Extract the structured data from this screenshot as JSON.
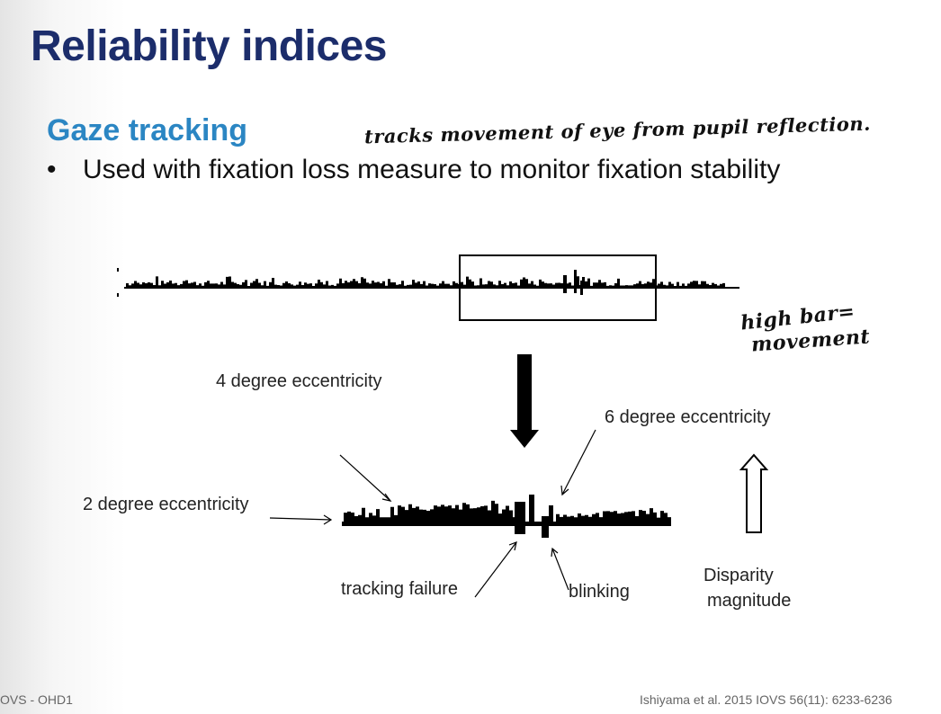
{
  "slide": {
    "title": "Reliability indices",
    "subtitle": "Gaze tracking",
    "bullet": "Used with fixation loss measure to monitor fixation stability",
    "handwritten_top": "tracks movement of eye from pupil reflection.",
    "handwritten_right_line1": "high bar=",
    "handwritten_right_line2": "movement"
  },
  "figure": {
    "labels": {
      "four_degree": "4 degree eccentricity",
      "six_degree": "6 degree eccentricity",
      "two_degree": "2 degree eccentricity",
      "tracking_failure": "tracking failure",
      "blinking": "blinking",
      "disparity_line1": "Disparity",
      "disparity_line2": "magnitude"
    }
  },
  "footer": {
    "left": "OVS - OHD1",
    "right": "Ishiyama et al. 2015 IOVS 56(11): 6233-6236"
  },
  "colors": {
    "title": "#1c2d6b",
    "subtitle": "#2b86c3",
    "ink": "#000000"
  }
}
